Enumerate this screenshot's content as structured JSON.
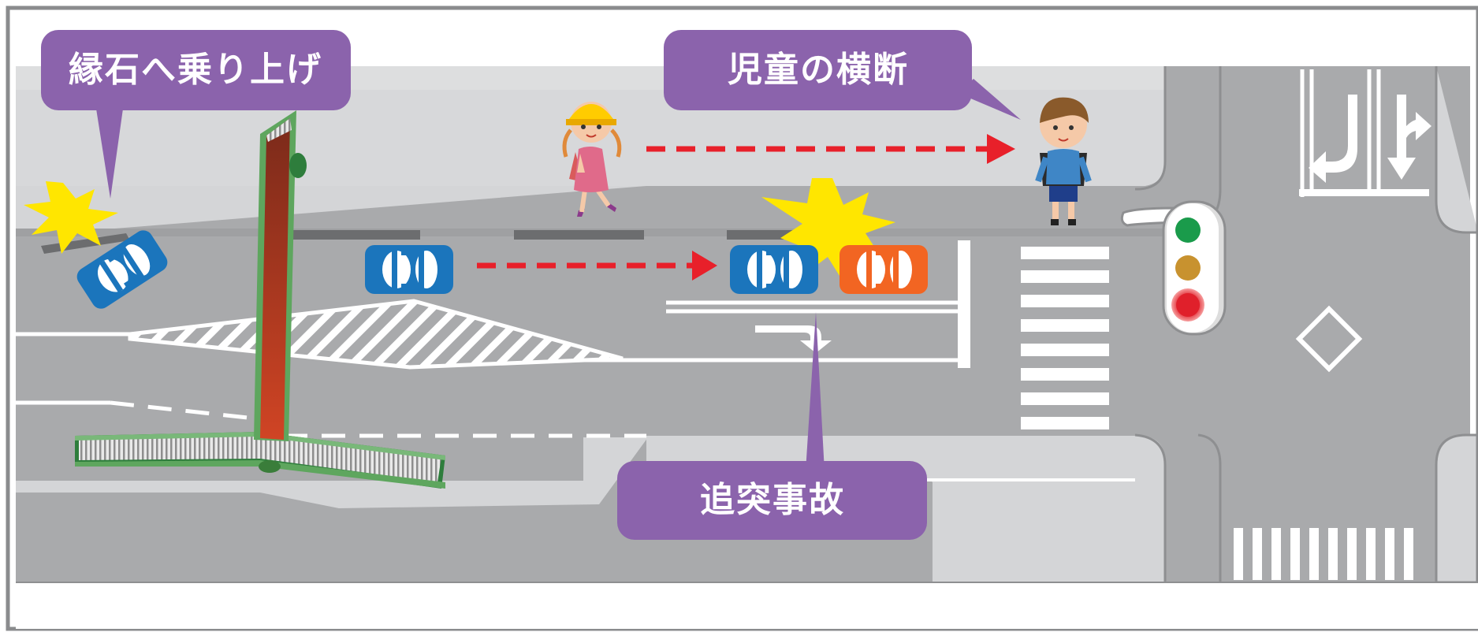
{
  "callouts": {
    "curb": "縁石へ乗り上げ",
    "child_crossing": "児童の横断",
    "rear_end": "追突事故"
  },
  "icons": [
    "signal-pole-icon",
    "traffic-light-icon",
    "child-girl-icon",
    "child-boy-icon",
    "car-icon",
    "collision-burst-icon",
    "lane-arrow-icon",
    "diamond-marking-icon"
  ],
  "colors": {
    "callout": "#8B63AC",
    "road": "#A9AAAC",
    "sidewalk": "#D4D5D7",
    "pole": "#8F3A22",
    "pole_outline": "#5EA65E",
    "car_blue": "#1B75BC",
    "car_orange": "#F26522",
    "arrow_red": "#E8202A",
    "burst": "#FFE600",
    "signal_green": "#1A9B4B",
    "signal_yellow": "#C8922F",
    "signal_red": "#E0202B"
  }
}
